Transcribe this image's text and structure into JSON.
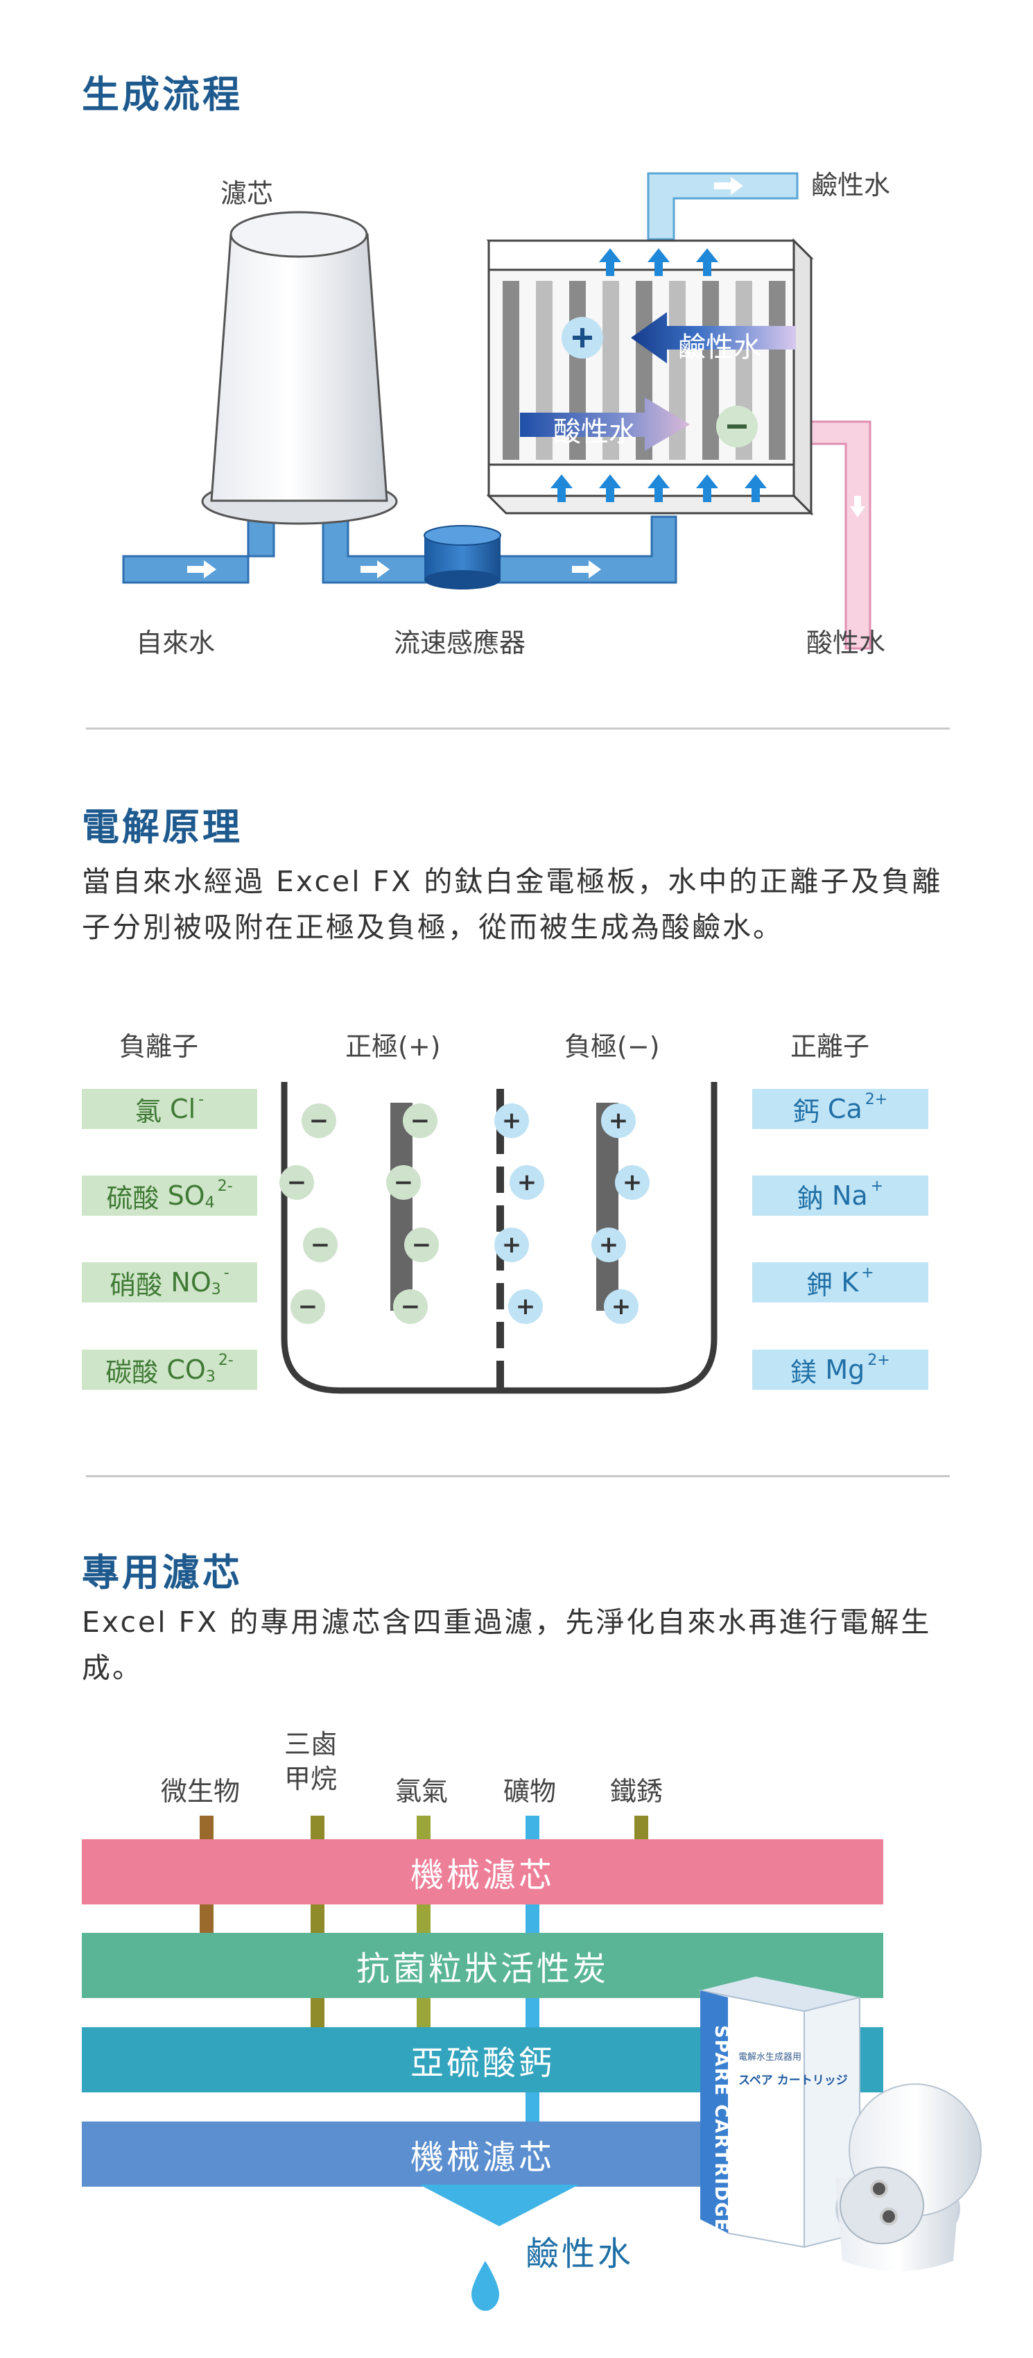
{
  "section1": {
    "title": "生成流程",
    "labels": {
      "filter": "濾芯",
      "alkaline_out": "鹼性水",
      "tap_water": "自來水",
      "flow_sensor": "流速感應器",
      "acidic_out": "酸性水",
      "inner_alkaline": "鹼性水",
      "inner_acidic": "酸性水"
    },
    "colors": {
      "pipe_blue": "#5a9fd8",
      "pipe_pink": "#f4b8cf",
      "arrow_up": "#1f88d8"
    }
  },
  "section2": {
    "title": "電解原理",
    "description": "當自來水經過 Excel FX 的鈦白金電極板，水中的正離子及負離子分別被吸附在正極及負極，從而被生成為酸鹼水。",
    "headers": {
      "anions": "負離子",
      "anode": "正極(+)",
      "cathode": "負極(−)",
      "cations": "正離子"
    },
    "anions": [
      {
        "name": "氯",
        "formula": "Cl",
        "sub": "",
        "charge": "-"
      },
      {
        "name": "硫酸",
        "formula": "SO",
        "sub": "4",
        "charge": "2-"
      },
      {
        "name": "硝酸",
        "formula": "NO",
        "sub": "3",
        "charge": "-"
      },
      {
        "name": "碳酸",
        "formula": "CO",
        "sub": "3",
        "charge": "2-"
      }
    ],
    "cations": [
      {
        "name": "鈣",
        "formula": "Ca",
        "charge": "2+"
      },
      {
        "name": "鈉",
        "formula": "Na",
        "charge": "+"
      },
      {
        "name": "鉀",
        "formula": "K",
        "charge": "+"
      },
      {
        "name": "鎂",
        "formula": "Mg",
        "charge": "2+"
      }
    ],
    "signs": {
      "minus": "−",
      "plus": "+"
    },
    "colors": {
      "anion_bg": "#cfe5c9",
      "cation_bg": "#bfe4f6",
      "electrode": "#666666"
    }
  },
  "section3": {
    "title": "專用濾芯",
    "description": "Excel FX 的專用濾芯含四重過濾，先淨化自來水再進行電解生成。",
    "contaminants": [
      "微生物",
      "三鹵甲烷",
      "氯氣",
      "礦物",
      "鐵銹"
    ],
    "contaminant_lines": [
      "三鹵",
      "甲烷"
    ],
    "layers": [
      {
        "label": "機械濾芯",
        "color": "#ee7f98"
      },
      {
        "label": "抗菌粒狀活性炭",
        "color": "#5ab597"
      },
      {
        "label": "亞硫酸鈣",
        "color": "#33a4bd"
      },
      {
        "label": "機械濾芯",
        "color": "#5b8fd0"
      }
    ],
    "output": "鹼性水",
    "cartridge_box": {
      "brand": "SPARE CARTRIDGE",
      "jp_title": "スペア カートリッジ",
      "jp_sub": "電解水生成器用"
    }
  }
}
